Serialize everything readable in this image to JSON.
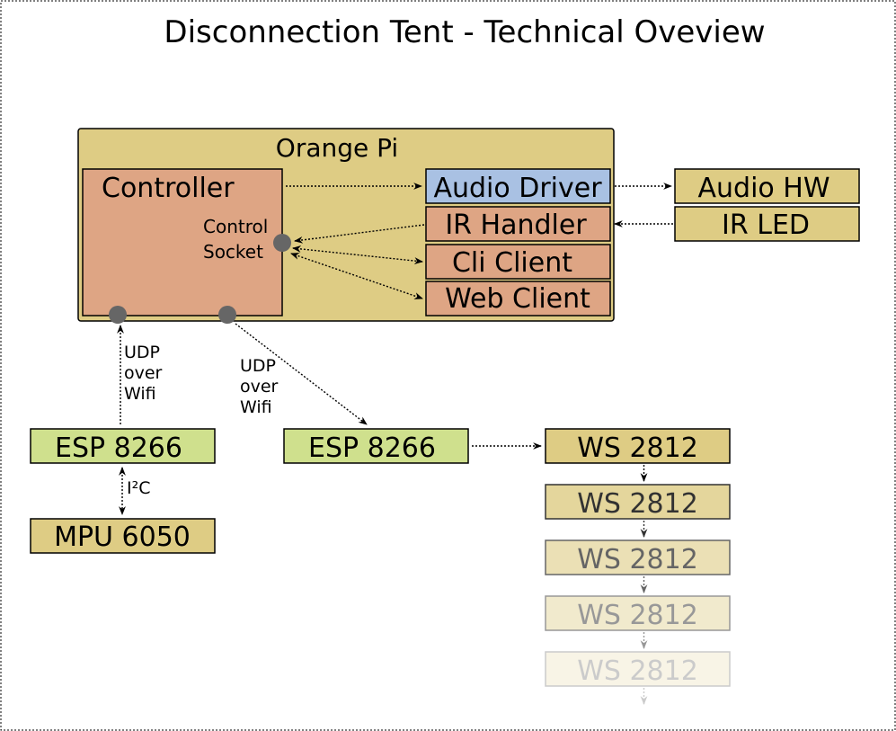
{
  "title": "Disconnection Tent - Technical Oveview",
  "colors": {
    "orange_pi_fill": "#decc84",
    "controller_fill": "#dea584",
    "audio_driver_fill": "#a9c1e3",
    "handler_fill": "#dea584",
    "hw_fill": "#decc84",
    "esp_fill": "#cfe08d",
    "mpu_fill": "#decc84",
    "ws_fill": "#decc84",
    "socket_fill": "#666666",
    "stroke": "#000000"
  },
  "orange_pi": {
    "label": "Orange Pi"
  },
  "controller": {
    "label": "Controller",
    "socket_label_line1": "Control",
    "socket_label_line2": "Socket"
  },
  "components": {
    "audio_driver": "Audio Driver",
    "ir_handler": "IR Handler",
    "cli_client": "Cli Client",
    "web_client": "Web Client",
    "audio_hw": "Audio HW",
    "ir_led": "IR LED"
  },
  "links": {
    "udp_left": [
      "UDP",
      "over",
      "Wifi"
    ],
    "udp_right": [
      "UDP",
      "over",
      "Wifi"
    ],
    "i2c": "I²C"
  },
  "devices": {
    "esp_left": "ESP 8266",
    "esp_right": "ESP 8266",
    "mpu": "MPU 6050"
  },
  "led_chain": [
    {
      "label": "WS 2812",
      "opacity": 1.0
    },
    {
      "label": "WS 2812",
      "opacity": 0.8
    },
    {
      "label": "WS 2812",
      "opacity": 0.6
    },
    {
      "label": "WS 2812",
      "opacity": 0.4
    },
    {
      "label": "WS 2812",
      "opacity": 0.2
    }
  ]
}
